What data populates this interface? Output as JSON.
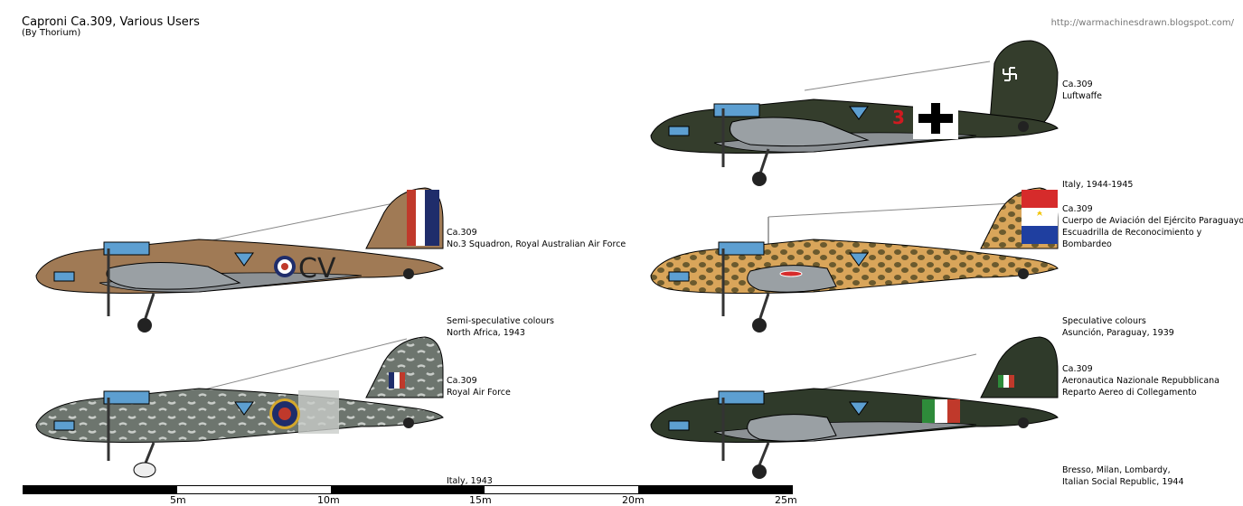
{
  "header": {
    "title": "Caproni Ca.309, Various Users",
    "author": "(By Thorium)",
    "url": "http://warmachinesdrawn.blogspot.com/"
  },
  "captions": {
    "luftwaffe": [
      "Ca.309",
      "Luftwaffe"
    ],
    "raaf": [
      "Ca.309",
      "No.3 Squadron, Royal Australian Air Force"
    ],
    "paraguay_top": [
      "Italy, 1944-1945"
    ],
    "paraguay": [
      "Ca.309",
      "Cuerpo de Aviación del Ejército Paraguayo",
      "Escuadrilla de Reconocimiento y",
      "Bombardeo"
    ],
    "raf_top": [
      "Semi-speculative colours",
      "North Africa, 1943"
    ],
    "raf": [
      "Ca.309",
      "Royal Air Force"
    ],
    "rsi_top": [
      "Speculative colours",
      "Asunción, Paraguay, 1939"
    ],
    "rsi": [
      "Ca.309",
      "Aeronautica Nazionale Repubblicana",
      "Reparto Aereo di Collegamento"
    ],
    "raf_bottom": [
      "Italy, 1943"
    ],
    "rsi_bottom": [
      "Bresso, Milan, Lombardy,",
      "Italian Social Republic, 1944"
    ]
  },
  "markings": {
    "luftwaffe_number": "3",
    "raaf_code": "CV"
  },
  "scale": {
    "ticks": [
      "5m",
      "10m",
      "15m",
      "20m",
      "25m"
    ]
  },
  "colors": {
    "luftwaffe_green": "#343d2c",
    "raaf_brown": "#a07a55",
    "paraguay_sand": "#d9a55a",
    "paraguay_spots": "#6b5a2e",
    "raf_grey": "#6d756e",
    "rsi_green": "#2f3a2a",
    "underside_grey": "#8c9195",
    "glass_blue": "#5d9fd1"
  }
}
